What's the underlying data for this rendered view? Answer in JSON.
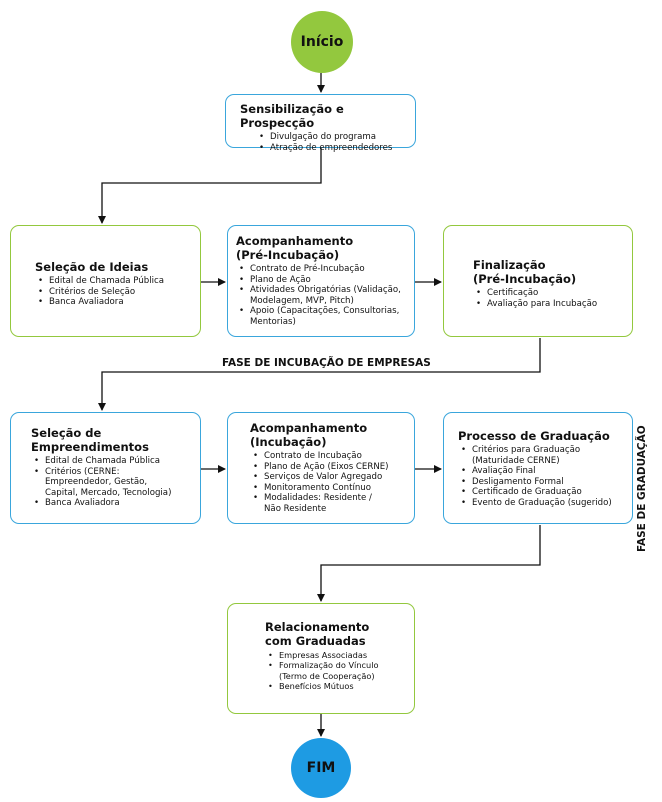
{
  "start": {
    "label": "Início"
  },
  "end": {
    "label": "FIM"
  },
  "phase_incubacao": "FASE DE INCUBAÇÃO DE EMPRESAS",
  "phase_graduacao": "FASE DE GRADUAÇÃO",
  "boxes": {
    "sensibilizacao": {
      "title": "Sensibilização e Prospecção",
      "items": [
        "Divulgação do programa",
        "Atração de empreendedores"
      ]
    },
    "selecao_ideias": {
      "title": "Seleção de Ideias",
      "items": [
        "Edital de Chamada Pública",
        "Critérios de Seleção",
        "Banca Avaliadora"
      ]
    },
    "acomp_pre": {
      "title": "Acompanhamento\n(Pré-Incubação)",
      "items": [
        "Contrato de Pré-Incubação",
        "Plano de Ação",
        "Atividades Obrigatórias (Validação,\nModelagem, MVP, Pitch)",
        "Apoio (Capacitações, Consultorias,\nMentorias)"
      ]
    },
    "finalizacao": {
      "title": "Finalização\n(Pré-Incubação)",
      "items": [
        "Certificação",
        "Avaliação para Incubação"
      ]
    },
    "selecao_emp": {
      "title": "Seleção de\nEmpreendimentos",
      "items": [
        "Edital de Chamada Pública",
        "Critérios (CERNE:\nEmpreendedor, Gestão,\nCapital, Mercado, Tecnologia)",
        "Banca Avaliadora"
      ]
    },
    "acomp_inc": {
      "title": "Acompanhamento\n(Incubação)",
      "items": [
        "Contrato de Incubação",
        "Plano de Ação (Eixos CERNE)",
        "Serviços de Valor Agregado",
        "Monitoramento Contínuo",
        "Modalidades: Residente /\nNão Residente"
      ]
    },
    "graduacao": {
      "title": "Processo de Graduação",
      "items": [
        "Critérios para Graduação\n(Maturidade CERNE)",
        "Avaliação Final",
        "Desligamento Formal",
        "Certificado de Graduação",
        "Evento de Graduação (sugerido)"
      ]
    },
    "relacionamento": {
      "title": "Relacionamento\ncom Graduadas",
      "items": [
        "Empresas Associadas",
        "Formalização do Vínculo\n(Termo de Cooperação)",
        "Benefícios Mútuos"
      ]
    }
  },
  "colors": {
    "start_fill": "#93c83e",
    "end_fill": "#1e9be3",
    "blue_border": "#3aa6dc",
    "green_border": "#93c83e"
  }
}
